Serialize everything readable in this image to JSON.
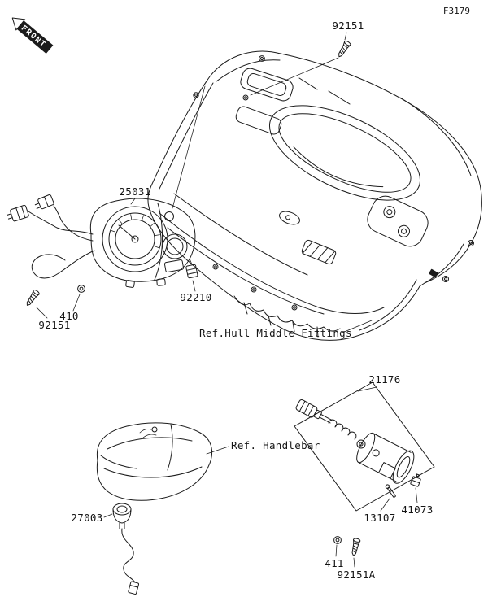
{
  "figure": {
    "code": "F3179",
    "front_label": "FRONT"
  },
  "labels": {
    "screw_top": "92151",
    "meter_assembly": "25031",
    "damper": "92210",
    "screw_left": "92151",
    "washer_left": "410",
    "hull_ref": "Ref.Hull Middle Fittings",
    "cable_assembly": "21176",
    "handlebar_ref": "Ref. Handlebar",
    "sensor": "27003",
    "pin": "13107",
    "clamp": "41073",
    "washer_bottom": "411",
    "screw_bottom": "92151A"
  }
}
